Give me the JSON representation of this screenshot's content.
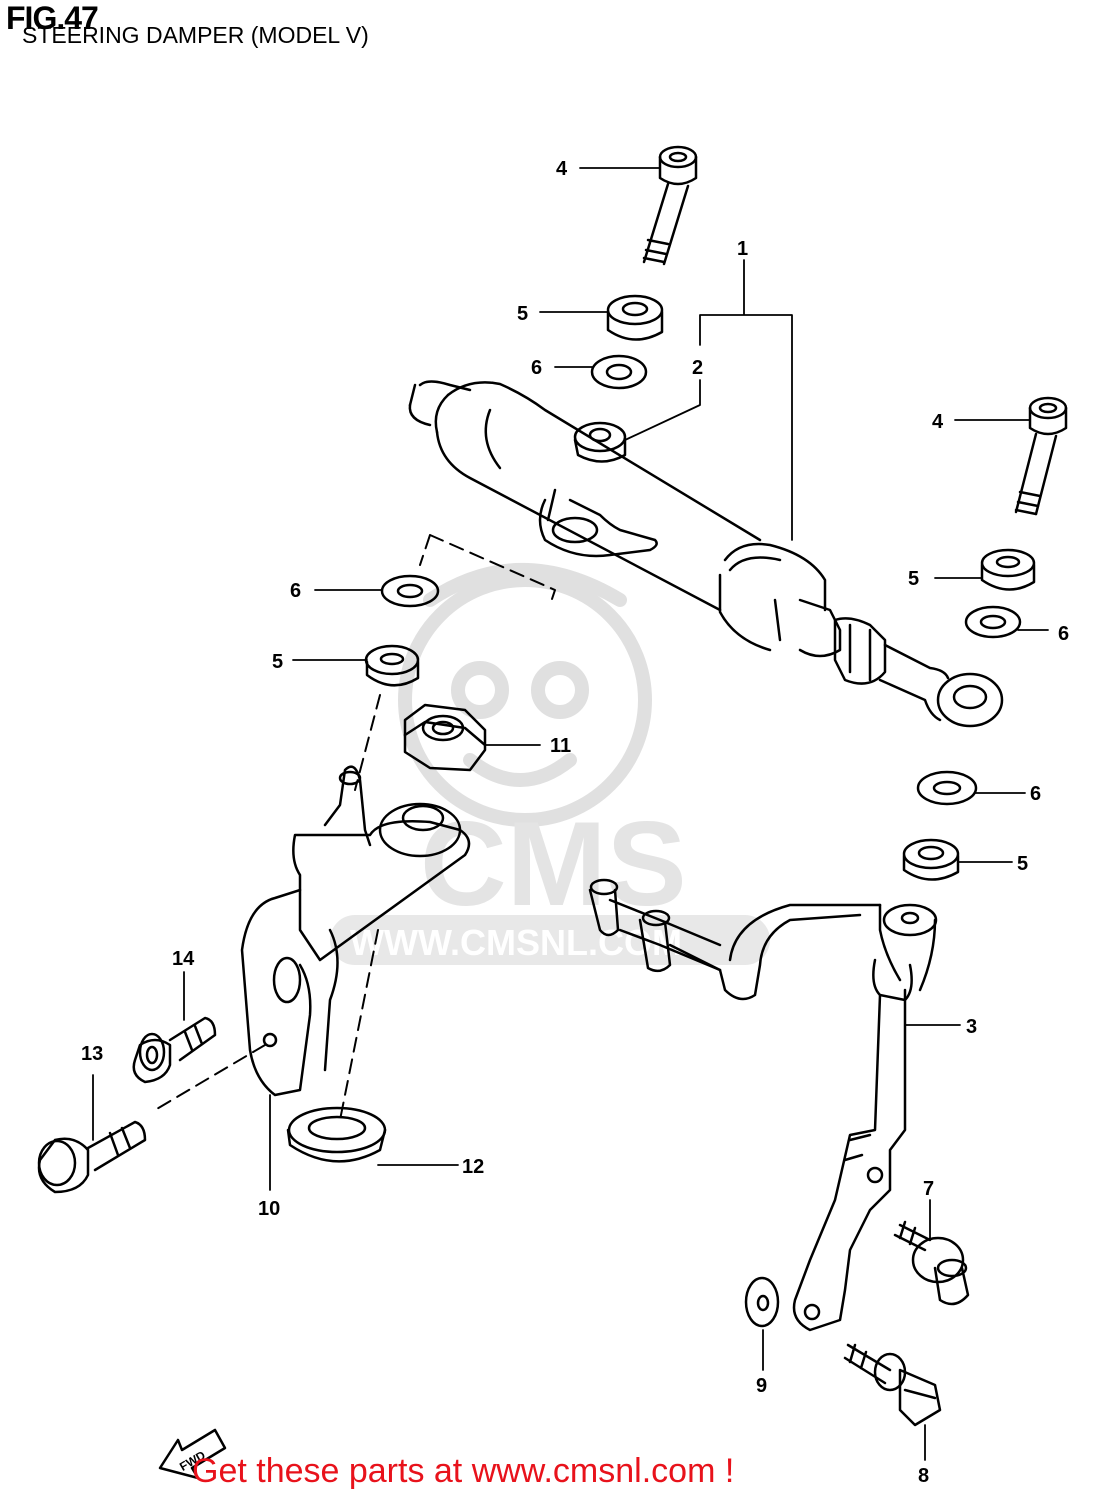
{
  "figure": {
    "number": "FIG.47",
    "title": "STEERING DAMPER (MODEL V)"
  },
  "callouts": {
    "c1": "1",
    "c2": "2",
    "c3": "3",
    "c4a": "4",
    "c4b": "4",
    "c5a": "5",
    "c5b": "5",
    "c5c": "5",
    "c5d": "5",
    "c6a": "6",
    "c6b": "6",
    "c6c": "6",
    "c6d": "6",
    "c7": "7",
    "c8": "8",
    "c9": "9",
    "c10": "10",
    "c11": "11",
    "c12": "12",
    "c13": "13",
    "c14": "14"
  },
  "watermark": {
    "brand": "CMS",
    "url": "WWW.CMSNL.COM"
  },
  "direction_badge": "FWD",
  "footer": {
    "text": "Get these parts at www.cmsnl.com !"
  },
  "colors": {
    "line": "#000000",
    "watermark": "#e2e2e2",
    "footer": "#e8121b"
  }
}
